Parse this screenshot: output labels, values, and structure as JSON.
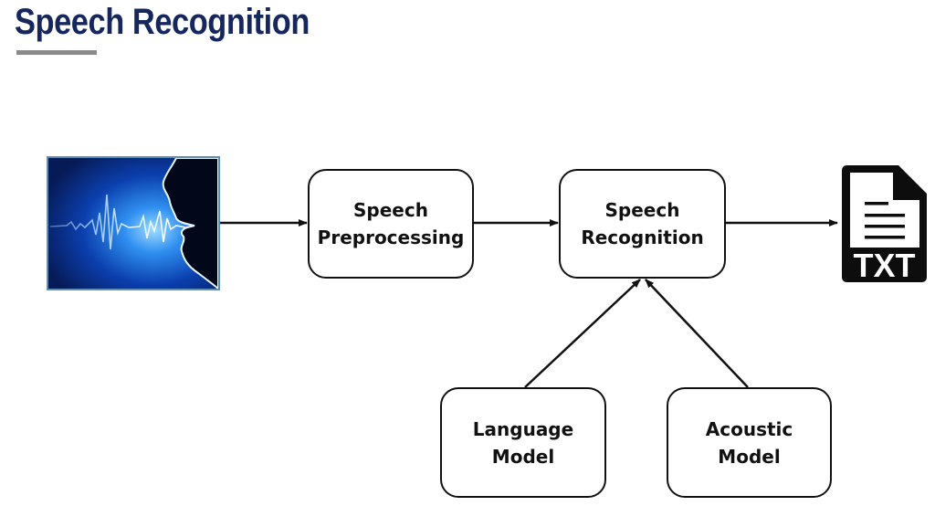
{
  "header": {
    "title": "Speech Recognition"
  },
  "diagram": {
    "input_image": {
      "icon": "speaking-face-soundwave-icon",
      "description": "speech input"
    },
    "nodes": [
      {
        "id": "preprocessing",
        "lines": [
          "Speech",
          "Preprocessing"
        ]
      },
      {
        "id": "recognition",
        "lines": [
          "Speech",
          "Recognition"
        ]
      },
      {
        "id": "language-model",
        "lines": [
          "Language",
          "Model"
        ]
      },
      {
        "id": "acoustic-model",
        "lines": [
          "Acoustic",
          "Model"
        ]
      }
    ],
    "output_icon": {
      "icon": "txt-file-icon",
      "label": "TXT"
    },
    "edges": [
      {
        "from": "input",
        "to": "preprocessing"
      },
      {
        "from": "preprocessing",
        "to": "recognition"
      },
      {
        "from": "recognition",
        "to": "output"
      },
      {
        "from": "language-model",
        "to": "recognition"
      },
      {
        "from": "acoustic-model",
        "to": "recognition"
      }
    ]
  },
  "colors": {
    "title": "#16275e",
    "underline": "#8a8a8a",
    "stroke": "#111111"
  }
}
